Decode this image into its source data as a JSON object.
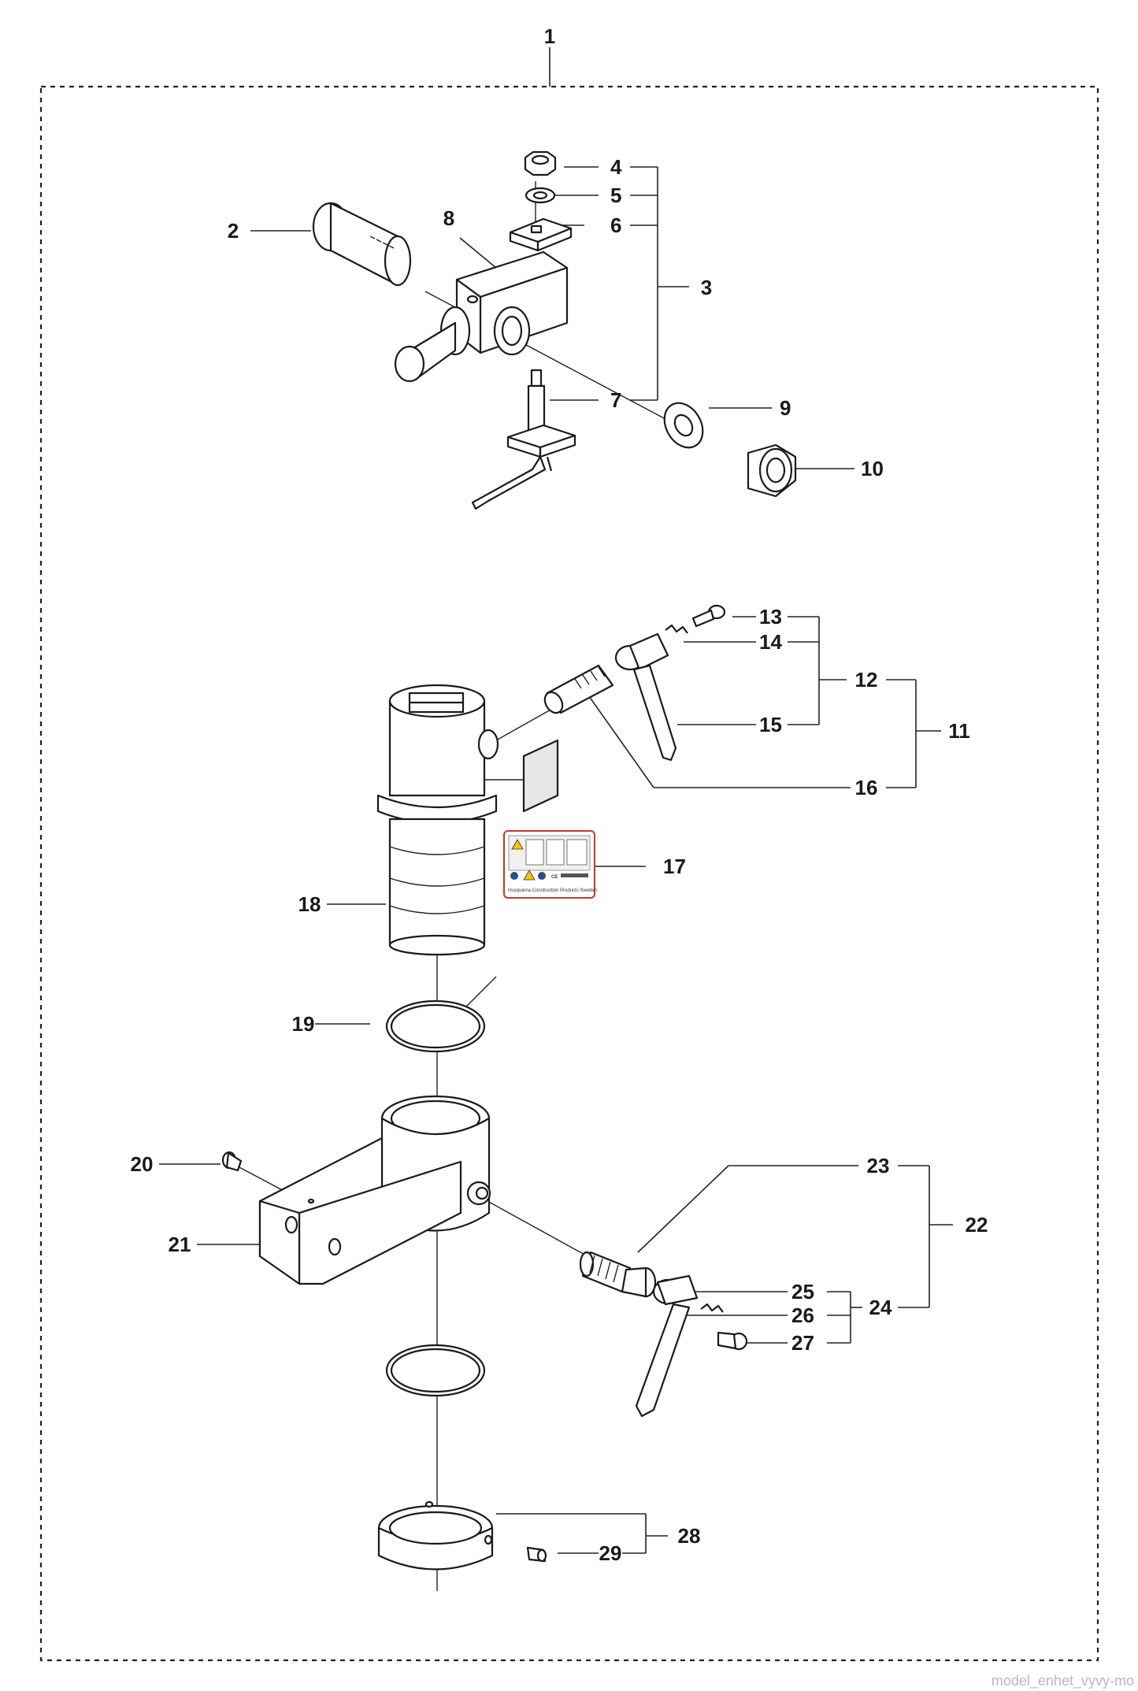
{
  "diagram": {
    "callouts": [
      "1",
      "2",
      "3",
      "4",
      "5",
      "6",
      "7",
      "8",
      "9",
      "10",
      "11",
      "12",
      "13",
      "14",
      "15",
      "16",
      "17",
      "18",
      "19",
      "20",
      "21",
      "22",
      "23",
      "24",
      "25",
      "26",
      "27",
      "28",
      "29"
    ],
    "label_17_text": "Husqvarna Construction Products Sweden",
    "watermark": "model_enhet_vyvy-mo"
  }
}
